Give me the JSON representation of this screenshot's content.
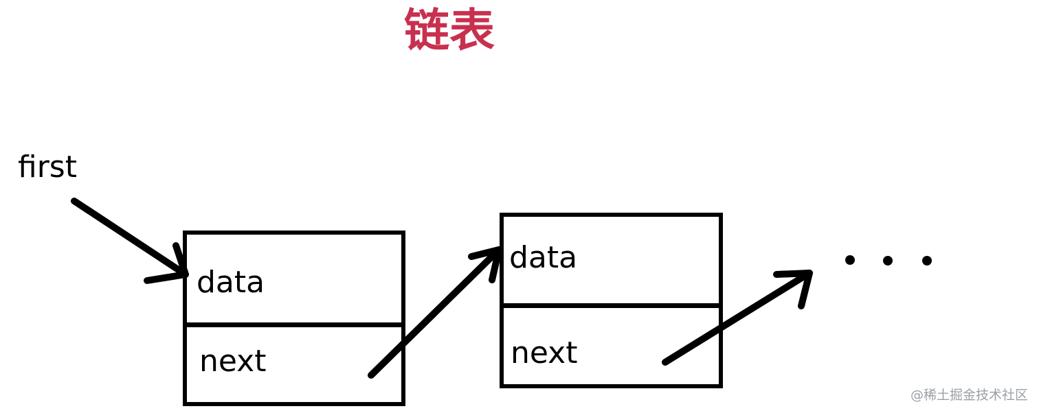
{
  "title": "链表",
  "pointer": {
    "label": "first"
  },
  "nodes": [
    {
      "data_label": "data",
      "next_label": "next"
    },
    {
      "data_label": "data",
      "next_label": "next"
    }
  ],
  "continuation": "· · ·",
  "watermark": "@稀土掘金技术社区",
  "colors": {
    "title": "#c8304f",
    "stroke": "#000000",
    "watermark": "#9aa0a6"
  }
}
